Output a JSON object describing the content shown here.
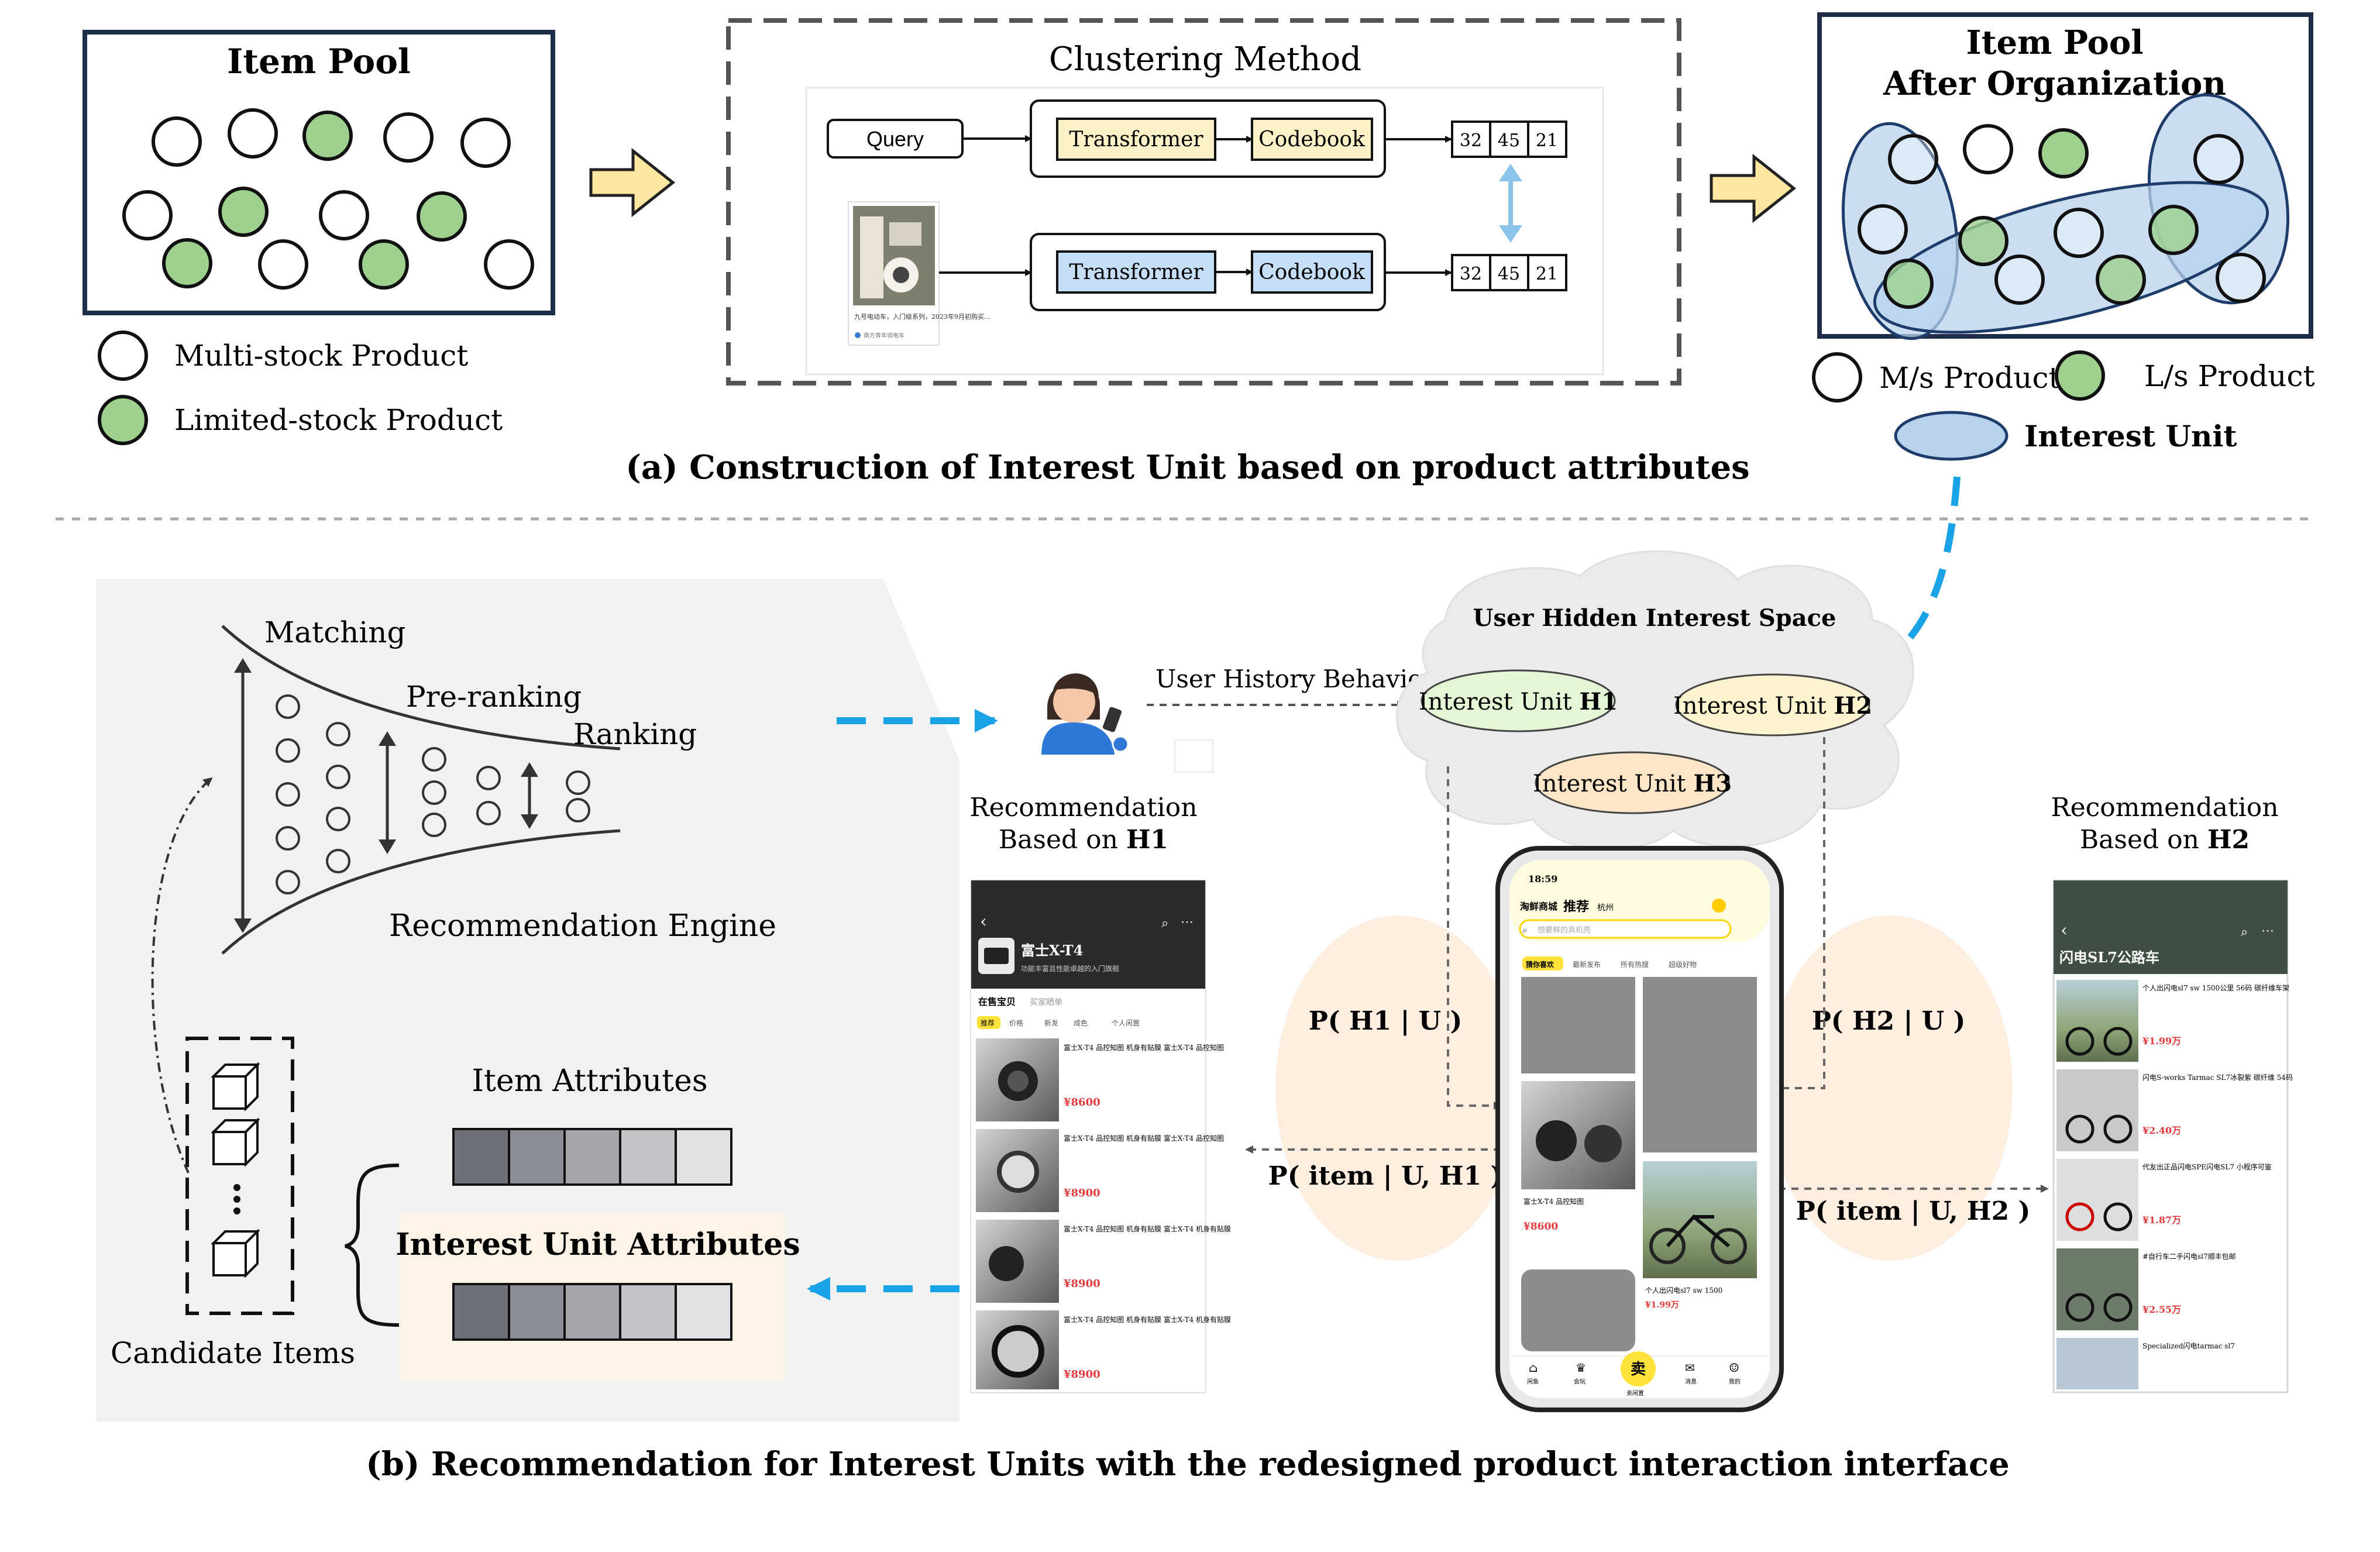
{
  "panel_a": {
    "item_pool": {
      "title": "Item Pool",
      "legend_multi": "Multi-stock Product",
      "legend_limited": "Limited-stock Product"
    },
    "clustering": {
      "title": "Clustering Method",
      "query": "Query",
      "transformer": "Transformer",
      "codebook": "Codebook",
      "codes_top": [
        "32",
        "45",
        "21"
      ],
      "codes_bottom": [
        "32",
        "45",
        "21"
      ],
      "thumb_caption": "九号电动车，入门级系列，2023年9月初购买...",
      "thumb_user": "南方青年骑电车"
    },
    "organized_pool": {
      "title_line1": "Item Pool",
      "title_line2": "After Organization",
      "legend_ms": "M/s Product",
      "legend_ls": "L/s Product",
      "legend_unit": "Interest Unit"
    },
    "caption": "(a)  Construction of Interest Unit based on product attributes"
  },
  "panel_b": {
    "funnel": {
      "matching": "Matching",
      "preranking": "Pre-ranking",
      "ranking": "Ranking",
      "engine": "Recommendation Engine"
    },
    "candidate_items": "Candidate Items",
    "item_attributes": "Item Attributes",
    "interest_unit_attributes": "Interest Unit Attributes",
    "user_history": "User History Behavior",
    "cloud": {
      "title": "User Hidden Interest Space",
      "unit_prefix": "Interest Unit ",
      "h1": "H1",
      "h2": "H2",
      "h3": "H3"
    },
    "rec_h1_line1": "Recommendation",
    "rec_h1_line2_prefix": "Based on ",
    "rec_h1_line2_bold": "H1",
    "rec_h2_line1": "Recommendation",
    "rec_h2_line2_prefix": "Based on ",
    "rec_h2_line2_bold": "H2",
    "probs": {
      "p_h1_u": "P( H1 | U )",
      "p_item_u_h1": "P( item | U, H1 )",
      "p_h2_u": "P( H2 | U )",
      "p_item_u_h2": "P( item | U, H2 )"
    },
    "phone_left": {
      "title": "富士X-T4",
      "subtitle": "功能丰富且性能卓越的入门旗舰",
      "tabs": [
        "在售宝贝",
        "买家晒单"
      ],
      "filters": [
        "推荐",
        "价格",
        "新发",
        "成色",
        "个人闲置"
      ],
      "items": [
        {
          "name": "富士X-T4 品控知图 机身有贴膜 富士X-T4 品控知图",
          "price": "¥8600"
        },
        {
          "name": "富士X-T4 品控知图 机身有贴膜 富士X-T4 品控知图",
          "price": "¥8900"
        },
        {
          "name": "富士X-T4 品控知图 机身有贴膜 富士X-T4 机身有贴膜",
          "price": "¥8900"
        },
        {
          "name": "富士X-T4 品控知图 机身有贴膜 富士X-T4 机身有贴膜",
          "price": "¥8900"
        }
      ]
    },
    "phone_center": {
      "time": "18:59",
      "brand": "淘鲜商城",
      "tab_active": "推荐",
      "city": "杭州",
      "search_placeholder": "想要鲜的真机壳",
      "chips": [
        "猜你喜欢",
        "最新发布",
        "所有热搜",
        "超级好物"
      ],
      "card_item_name": "富士X-T4 品控知图",
      "card_item_price": "¥8600",
      "card_bike_name": "个人出闪电sl7 sw 1500",
      "card_bike_price": "¥1.99万",
      "nav": [
        "闲鱼",
        "会玩",
        "卖闲置",
        "消息",
        "我的"
      ],
      "sell_label": "卖"
    },
    "phone_right": {
      "title": "闪电SL7公路车",
      "items": [
        {
          "name": "个人出闪电sl7 sw 1500公里 56码 碳纤维车架",
          "price": "¥1.99万"
        },
        {
          "name": "闪电S-works Tarmac SL7冰裂紫 碳纤维 54码",
          "price": "¥2.40万"
        },
        {
          "name": "代友出正品闪电SPE闪电SL7 小程序可鉴",
          "price": "¥1.87万"
        },
        {
          "name": "#自行车二手闪电sl7顺丰包邮",
          "price": "¥2.55万"
        },
        {
          "name": "Specialized闪电tarmac sl7",
          "price": ""
        }
      ]
    },
    "caption": "(b)  Recommendation for Interest Units with the redesigned product interaction interface"
  },
  "colors": {
    "limited_green": "#9ed18e",
    "unit_blue": "#b8d1ec",
    "transformer_yellow": "#fdf1c8",
    "transformer_blue": "#c6def5",
    "arrow_yellow": "#fde7a0",
    "dash_cyan": "#1aa2e6",
    "prob_peach": "#fdeee0",
    "interest_attr_bg": "#fdf3e6",
    "h1_green": "#e5f6d6",
    "h2_yellow": "#fdf3cf",
    "h3_peach": "#fde5c8"
  }
}
